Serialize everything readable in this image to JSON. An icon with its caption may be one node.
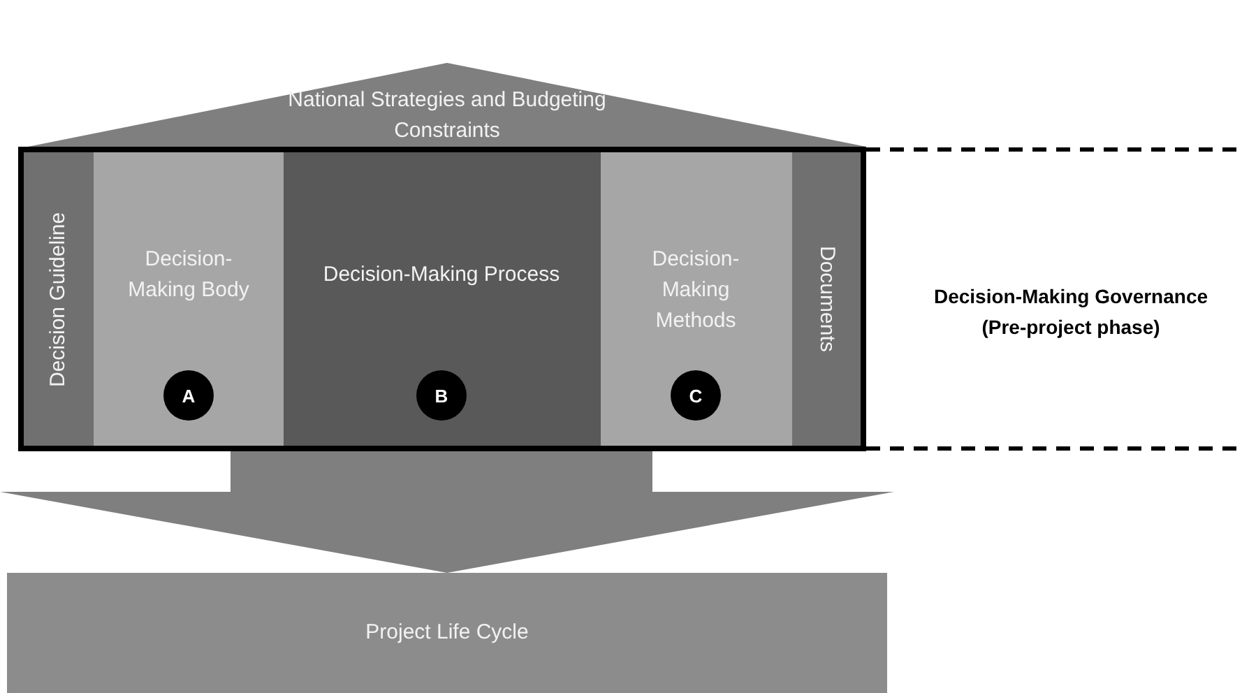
{
  "diagram": {
    "nodes": [
      {
        "text": [
          "National Strategies and Budgeting Constraints"
        ]
      },
      {
        "text": [],
        "shape": "box",
        "beside": [
          "Decision-Making Governance (Pre-project phase)"
        ]
      },
      {
        "text": [
          "Decision Guideline"
        ],
        "in": 1
      },
      {
        "text": [
          "Decision-Making Body"
        ],
        "in": 1
      },
      {
        "text": [
          "A"
        ],
        "in": 3
      },
      {
        "text": [
          "Decision-Making Process"
        ],
        "in": 1
      },
      {
        "text": [
          "B"
        ],
        "in": 5
      },
      {
        "text": [
          "Decision-Making Methods"
        ],
        "in": 1
      },
      {
        "text": [
          "C"
        ],
        "in": 7
      },
      {
        "text": [
          "Documents"
        ],
        "in": 1
      },
      {
        "text": [
          "Project Life Cycle"
        ]
      }
    ],
    "edges": [
      {
        "from": 1,
        "to": 10,
        "arrow": "to"
      }
    ]
  }
}
